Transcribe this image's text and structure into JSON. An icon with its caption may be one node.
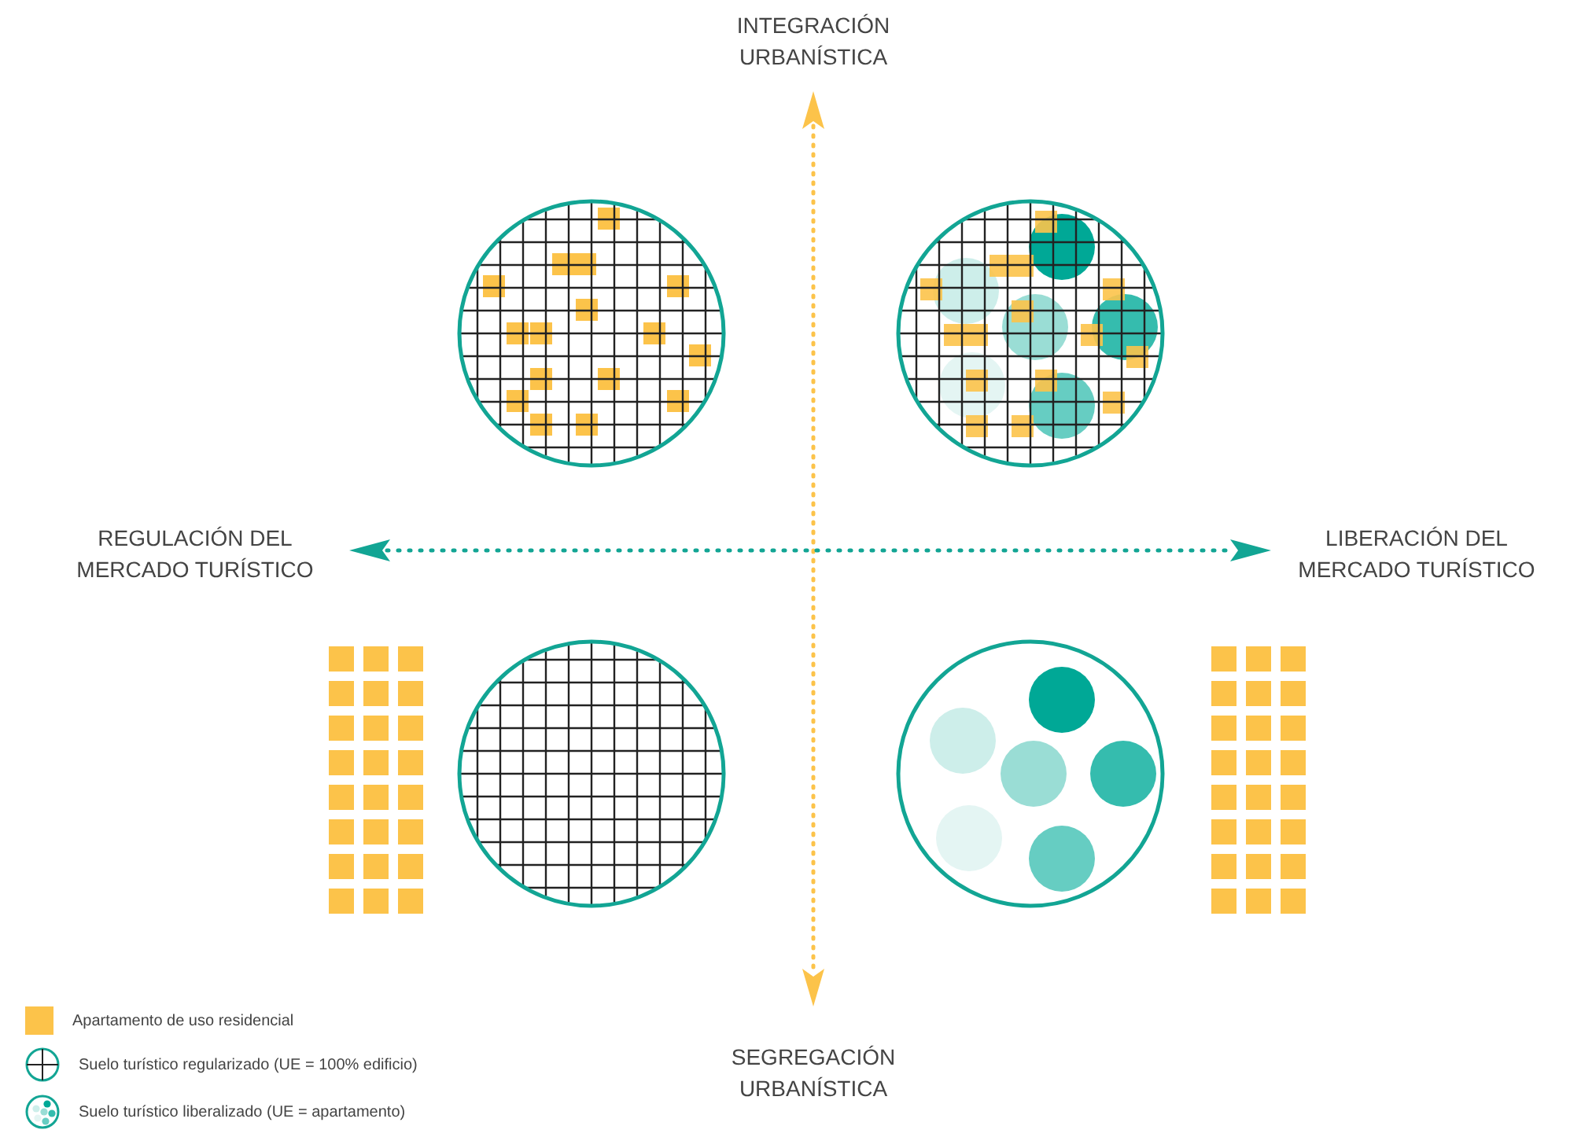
{
  "diagram": {
    "labels": [
      "INTEGRACIÓN URBANÍSTICA",
      "REGULACIÓN DEL MERCADO TURÍSTICO",
      "LIBERACIÓN DEL MERCADO TURÍSTICO",
      "SEGREGACIÓN URBANÍSTICA"
    ],
    "legend": [
      {
        "text": "Apartamento de uso residencial",
        "color": "#fcc34a"
      },
      {
        "text": "Suelo turístico regularizado (UE = 100% edificio)"
      },
      {
        "text": "Suelo turístico liberalizado (UE = apartamento)"
      }
    ]
  }
}
